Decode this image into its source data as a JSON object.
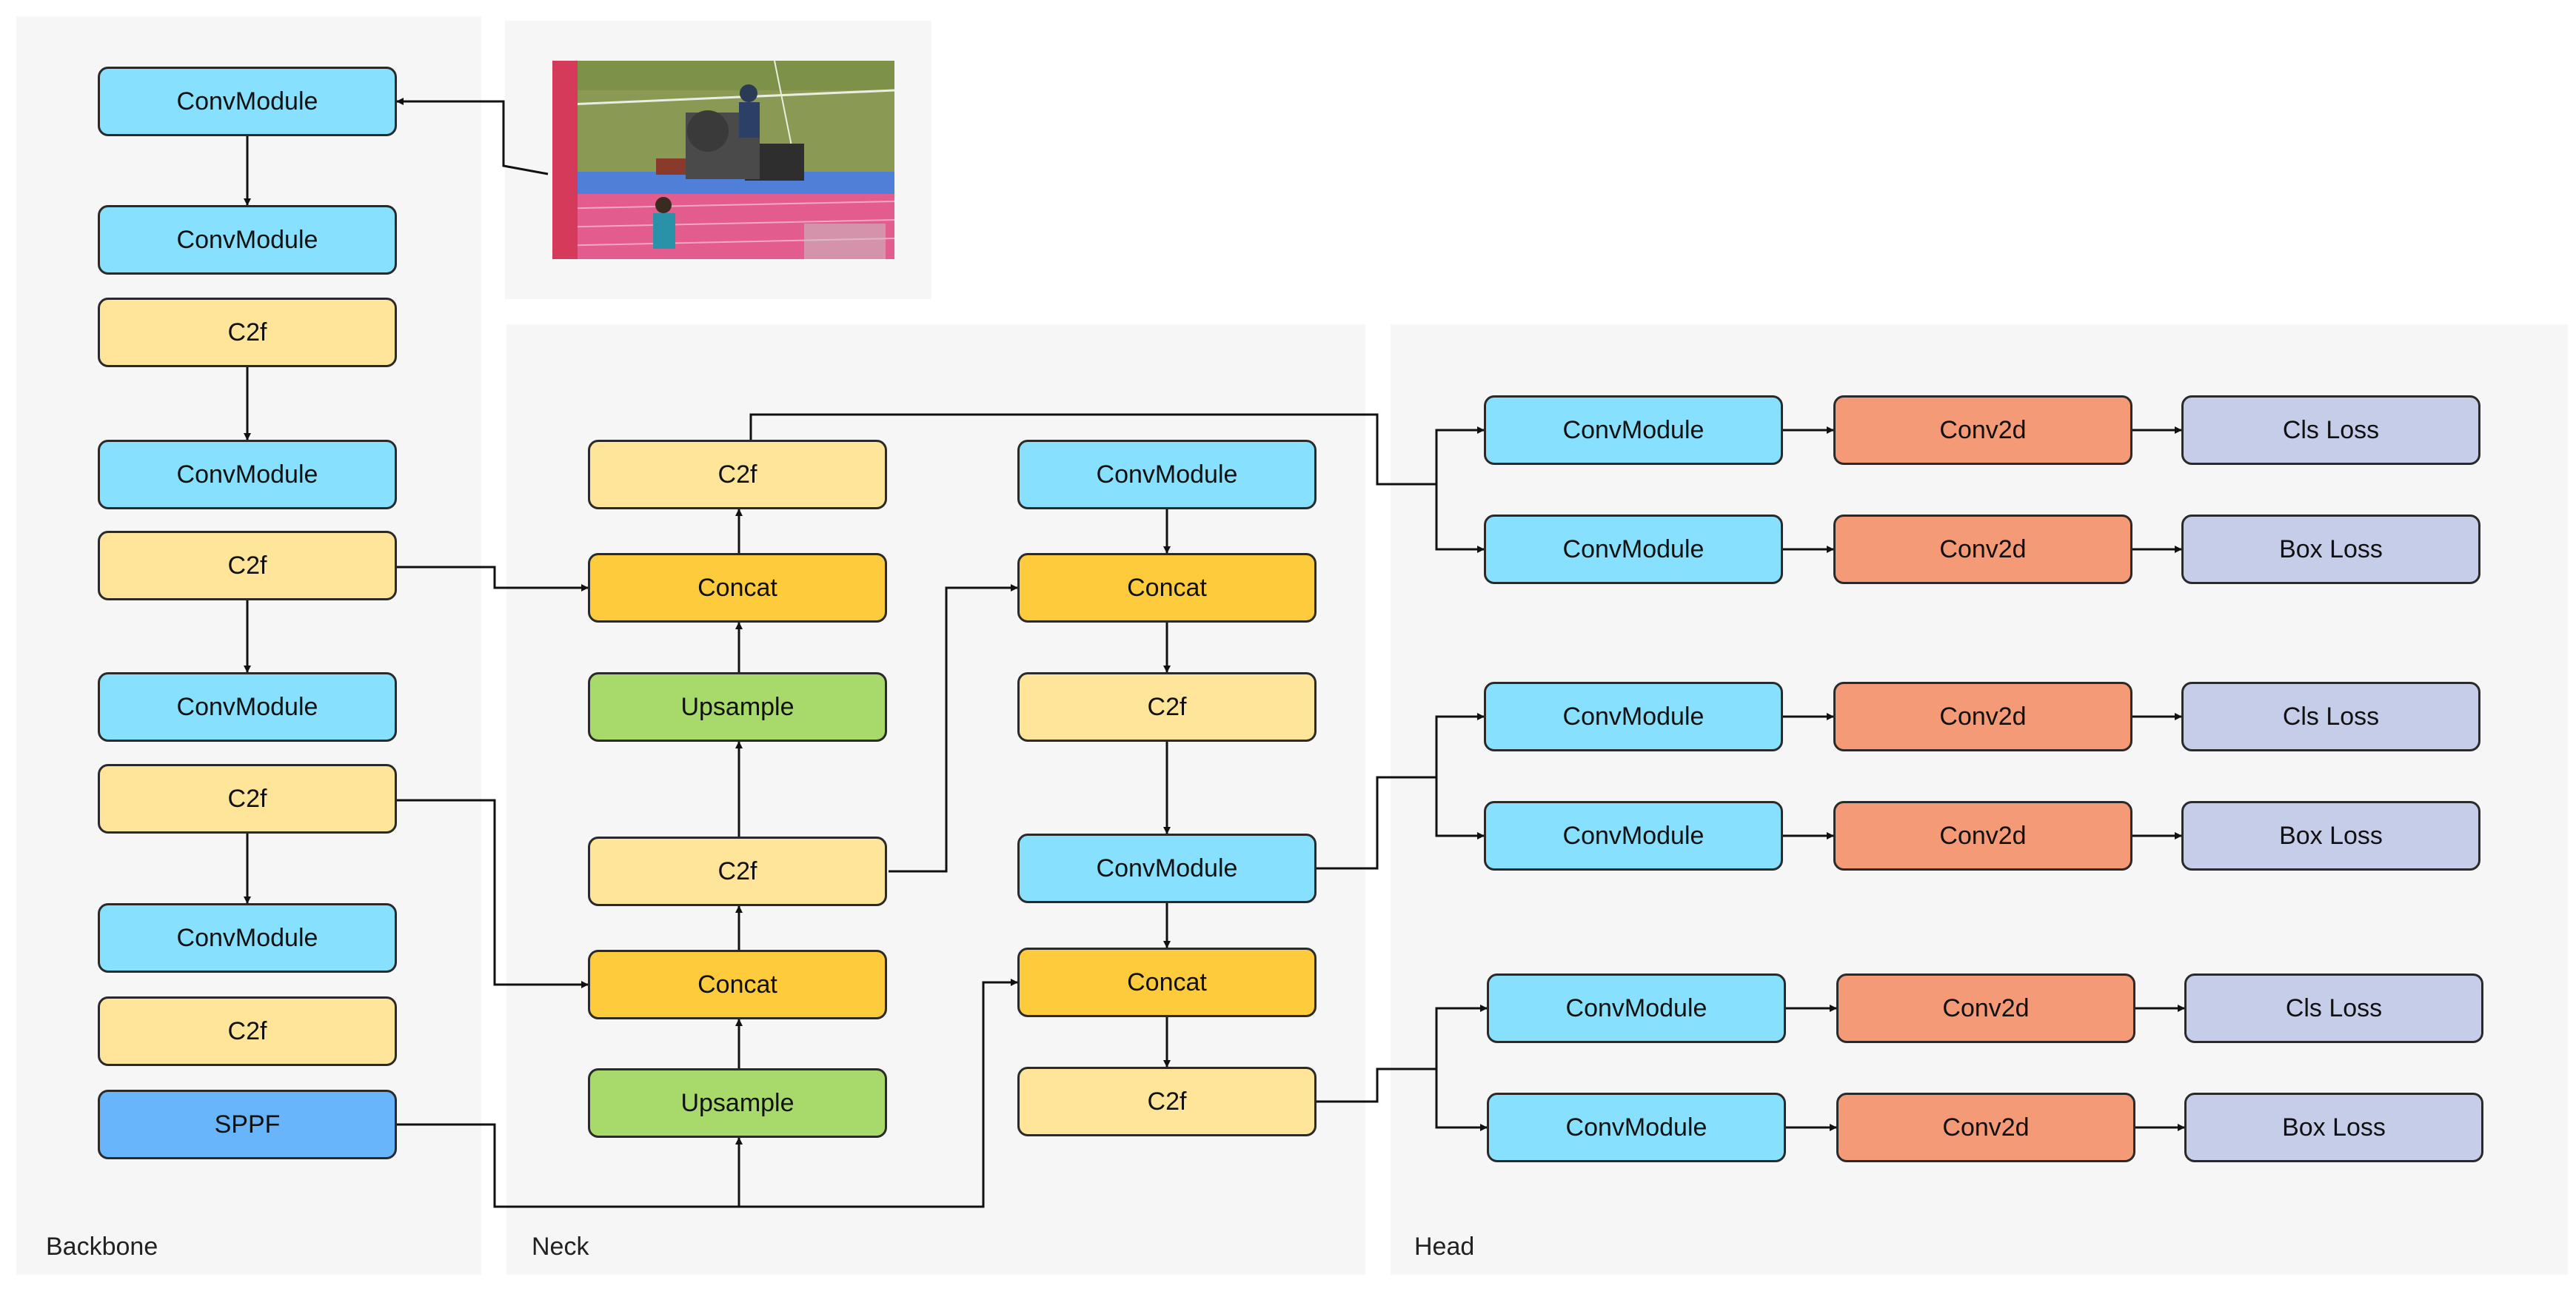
{
  "panels": {
    "backbone": "Backbone",
    "neck": "Neck",
    "head": "Head"
  },
  "colors": {
    "ConvModule": "#87e0fd",
    "C2f": "#fee59a",
    "Concat": "#fdcb3c",
    "Upsample": "#a7d96b",
    "SPPF": "#69b5fb",
    "Conv2d": "#f59a77",
    "Loss": "#c6cde9",
    "edge": "#111111",
    "panel": "#f6f6f6"
  },
  "nodes": [
    {
      "id": "b1",
      "label": "ConvModule",
      "type": "ConvModule",
      "group": "backbone"
    },
    {
      "id": "b2",
      "label": "ConvModule",
      "type": "ConvModule",
      "group": "backbone"
    },
    {
      "id": "b3",
      "label": "C2f",
      "type": "C2f",
      "group": "backbone"
    },
    {
      "id": "b4",
      "label": "ConvModule",
      "type": "ConvModule",
      "group": "backbone"
    },
    {
      "id": "b5",
      "label": "C2f",
      "type": "C2f",
      "group": "backbone"
    },
    {
      "id": "b6",
      "label": "ConvModule",
      "type": "ConvModule",
      "group": "backbone"
    },
    {
      "id": "b7",
      "label": "C2f",
      "type": "C2f",
      "group": "backbone"
    },
    {
      "id": "b8",
      "label": "ConvModule",
      "type": "ConvModule",
      "group": "backbone"
    },
    {
      "id": "b9",
      "label": "C2f",
      "type": "C2f",
      "group": "backbone"
    },
    {
      "id": "b10",
      "label": "SPPF",
      "type": "SPPF",
      "group": "backbone"
    },
    {
      "id": "n1",
      "label": "C2f",
      "type": "C2f",
      "group": "neck"
    },
    {
      "id": "n2",
      "label": "Concat",
      "type": "Concat",
      "group": "neck"
    },
    {
      "id": "n3",
      "label": "Upsample",
      "type": "Upsample",
      "group": "neck"
    },
    {
      "id": "n4",
      "label": "C2f",
      "type": "C2f",
      "group": "neck"
    },
    {
      "id": "n5",
      "label": "Concat",
      "type": "Concat",
      "group": "neck"
    },
    {
      "id": "n6",
      "label": "Upsample",
      "type": "Upsample",
      "group": "neck"
    },
    {
      "id": "n7",
      "label": "ConvModule",
      "type": "ConvModule",
      "group": "neck"
    },
    {
      "id": "n8",
      "label": "Concat",
      "type": "Concat",
      "group": "neck"
    },
    {
      "id": "n9",
      "label": "C2f",
      "type": "C2f",
      "group": "neck"
    },
    {
      "id": "n10",
      "label": "ConvModule",
      "type": "ConvModule",
      "group": "neck"
    },
    {
      "id": "n11",
      "label": "Concat",
      "type": "Concat",
      "group": "neck"
    },
    {
      "id": "n12",
      "label": "C2f",
      "type": "C2f",
      "group": "neck"
    },
    {
      "id": "h1",
      "label": "ConvModule",
      "type": "ConvModule",
      "group": "head"
    },
    {
      "id": "h2",
      "label": "Conv2d",
      "type": "Conv2d",
      "group": "head"
    },
    {
      "id": "h3",
      "label": "Cls Loss",
      "type": "Loss",
      "group": "head"
    },
    {
      "id": "h4",
      "label": "ConvModule",
      "type": "ConvModule",
      "group": "head"
    },
    {
      "id": "h5",
      "label": "Conv2d",
      "type": "Conv2d",
      "group": "head"
    },
    {
      "id": "h6",
      "label": "Box Loss",
      "type": "Loss",
      "group": "head"
    },
    {
      "id": "h7",
      "label": "ConvModule",
      "type": "ConvModule",
      "group": "head"
    },
    {
      "id": "h8",
      "label": "Conv2d",
      "type": "Conv2d",
      "group": "head"
    },
    {
      "id": "h9",
      "label": "Cls Loss",
      "type": "Loss",
      "group": "head"
    },
    {
      "id": "h10",
      "label": "ConvModule",
      "type": "ConvModule",
      "group": "head"
    },
    {
      "id": "h11",
      "label": "Conv2d",
      "type": "Conv2d",
      "group": "head"
    },
    {
      "id": "h12",
      "label": "Box Loss",
      "type": "Loss",
      "group": "head"
    },
    {
      "id": "h13",
      "label": "ConvModule",
      "type": "ConvModule",
      "group": "head"
    },
    {
      "id": "h14",
      "label": "Conv2d",
      "type": "Conv2d",
      "group": "head"
    },
    {
      "id": "h15",
      "label": "Cls Loss",
      "type": "Loss",
      "group": "head"
    },
    {
      "id": "h16",
      "label": "ConvModule",
      "type": "ConvModule",
      "group": "head"
    },
    {
      "id": "h17",
      "label": "Conv2d",
      "type": "Conv2d",
      "group": "head"
    },
    {
      "id": "h18",
      "label": "Box Loss",
      "type": "Loss",
      "group": "head"
    }
  ],
  "edges": [
    [
      "input",
      "b1"
    ],
    [
      "b1",
      "b2"
    ],
    [
      "b3",
      "b4"
    ],
    [
      "b5",
      "b6"
    ],
    [
      "b7",
      "b8"
    ],
    [
      "b5",
      "n2"
    ],
    [
      "b7",
      "n5"
    ],
    [
      "b10",
      "n6"
    ],
    [
      "b10",
      "n11"
    ],
    [
      "n6",
      "n5"
    ],
    [
      "n5",
      "n4"
    ],
    [
      "n4",
      "n3"
    ],
    [
      "n3",
      "n2"
    ],
    [
      "n2",
      "n1"
    ],
    [
      "n4",
      "n8"
    ],
    [
      "n7",
      "n8"
    ],
    [
      "n8",
      "n9"
    ],
    [
      "n9",
      "n10"
    ],
    [
      "n10",
      "n11"
    ],
    [
      "n11",
      "n12"
    ],
    [
      "n1",
      "h1"
    ],
    [
      "n1",
      "h4"
    ],
    [
      "n10",
      "h7"
    ],
    [
      "n10",
      "h10"
    ],
    [
      "n12",
      "h13"
    ],
    [
      "n12",
      "h16"
    ],
    [
      "h1",
      "h2"
    ],
    [
      "h2",
      "h3"
    ],
    [
      "h4",
      "h5"
    ],
    [
      "h5",
      "h6"
    ],
    [
      "h7",
      "h8"
    ],
    [
      "h8",
      "h9"
    ],
    [
      "h10",
      "h11"
    ],
    [
      "h11",
      "h12"
    ],
    [
      "h13",
      "h14"
    ],
    [
      "h14",
      "h15"
    ],
    [
      "h16",
      "h17"
    ],
    [
      "h17",
      "h18"
    ]
  ]
}
